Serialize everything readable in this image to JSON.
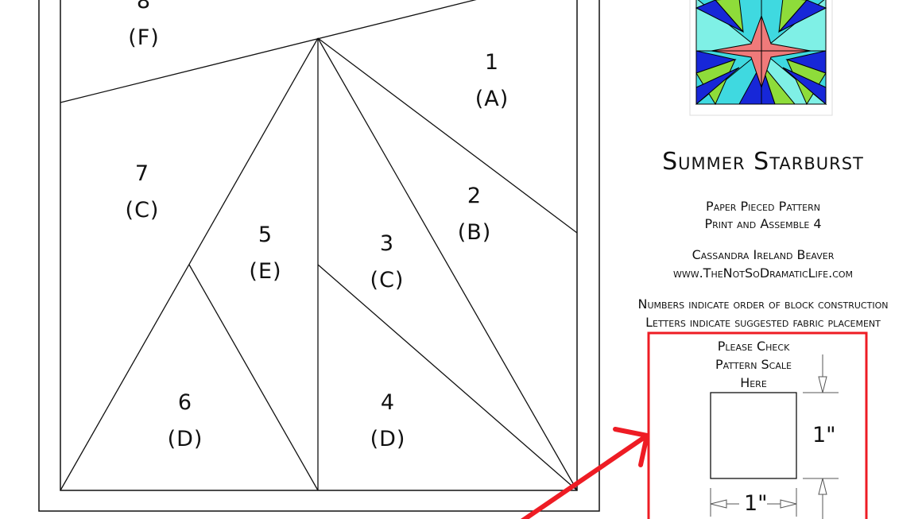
{
  "segments": [
    {
      "id": "8",
      "number": "8",
      "fabric": "(F)"
    },
    {
      "id": "1",
      "number": "1",
      "fabric": "(A)"
    },
    {
      "id": "7",
      "number": "7",
      "fabric": "(C)"
    },
    {
      "id": "2",
      "number": "2",
      "fabric": "(B)"
    },
    {
      "id": "5",
      "number": "5",
      "fabric": "(E)"
    },
    {
      "id": "3",
      "number": "3",
      "fabric": "(C)"
    },
    {
      "id": "6",
      "number": "6",
      "fabric": "(D)"
    },
    {
      "id": "4",
      "number": "4",
      "fabric": "(D)"
    }
  ],
  "info": {
    "title": "Summer Starburst",
    "subtitle_1": "Paper Pieced Pattern",
    "subtitle_2": "Print and Assemble 4",
    "author": "Cassandra Ireland Beaver",
    "website": "www.TheNotSoDramaticLife.com",
    "note_numbers": "Numbers indicate order of block construction",
    "note_letters": "Letters indicate suggested fabric placement"
  },
  "scale_check": {
    "line_1": "Please Check",
    "line_2": "Pattern Scale",
    "line_3": "Here",
    "height_label": "1\"",
    "width_label": "1\""
  },
  "colors": {
    "highlight_red": "#ee1c24",
    "star_blue": "#1727d8",
    "star_green": "#8edc3a",
    "star_cyan": "#3fd9e0",
    "star_aqua": "#7ff0e6",
    "star_coral": "#f07a7a"
  }
}
